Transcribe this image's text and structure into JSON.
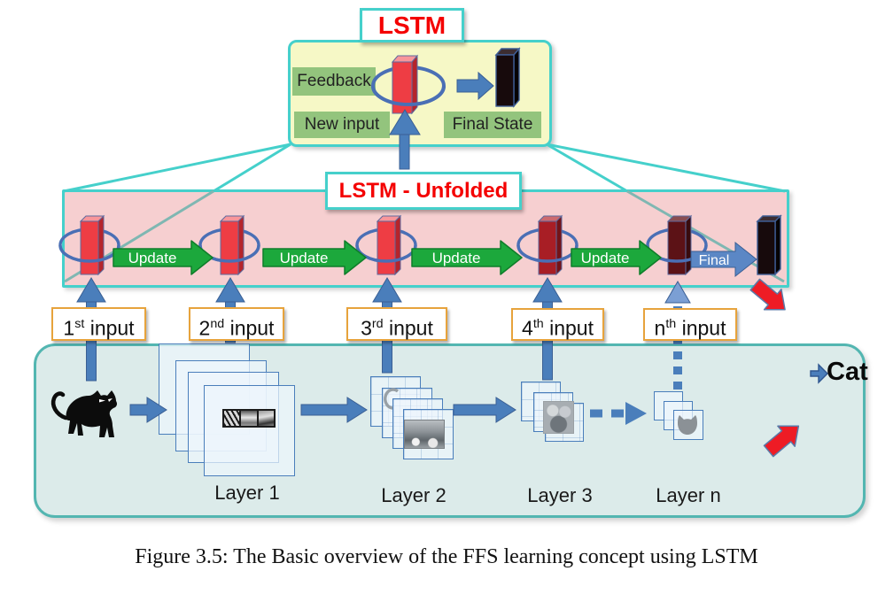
{
  "figure": {
    "caption": "Figure 3.5: The Basic overview of the FFS learning concept using LSTM"
  },
  "lstm_box": {
    "title": "LSTM",
    "feedback_label": "Feedback",
    "new_input_label": "New input",
    "final_state_label": "Final State"
  },
  "unfolded_box": {
    "title": "LSTM - Unfolded",
    "update_labels": [
      "Update",
      "Update",
      "Update",
      "Update"
    ],
    "final_label": "Final"
  },
  "inputs": [
    {
      "num": "1",
      "sup": "st",
      "rest": " input"
    },
    {
      "num": "2",
      "sup": "nd",
      "rest": " input"
    },
    {
      "num": "3",
      "sup": "rd",
      "rest": " input"
    },
    {
      "num": "4",
      "sup": "th",
      "rest": " input"
    },
    {
      "num": "n",
      "sup": "th",
      "rest": " input"
    }
  ],
  "cnn_box": {
    "layer_labels": [
      "Layer 1",
      "Layer 2",
      "Layer 3",
      "Layer n"
    ],
    "output_label": "Cat"
  },
  "colors": {
    "cyan_border": "#45d0cb",
    "yellow_fill": "#f6f8c6",
    "pink_fill": "#f6cfd0",
    "teal_fill": "#dcebea",
    "green_label": "#93c47d",
    "green_arrow": "#1ca83c",
    "blue_arrow": "#4a7ebb",
    "red_bar": "#ee3d44",
    "dark_bar": "#170a0c",
    "red_text": "#f40000",
    "gold_border": "#e7a33c",
    "red_arrow": "#ee1c25"
  }
}
